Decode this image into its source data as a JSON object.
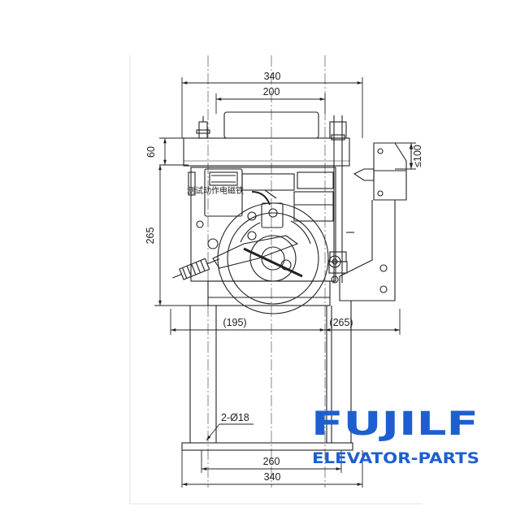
{
  "dimensions": {
    "top_outer": "340",
    "top_inner": "200",
    "left_top_height": "60",
    "left_body_height": "265",
    "right_gap": "≤100",
    "left_offset": "(195)",
    "right_offset": "(265)",
    "holes": "2-Ø18",
    "bottom_inner": "260",
    "bottom_outer": "340"
  },
  "annotation": {
    "test_magnet_cn": "测试动作电磁铁"
  },
  "brand": {
    "logo": "FUJILF",
    "tagline": "ELEVATOR-PARTS",
    "color": "#1d5fd0"
  }
}
